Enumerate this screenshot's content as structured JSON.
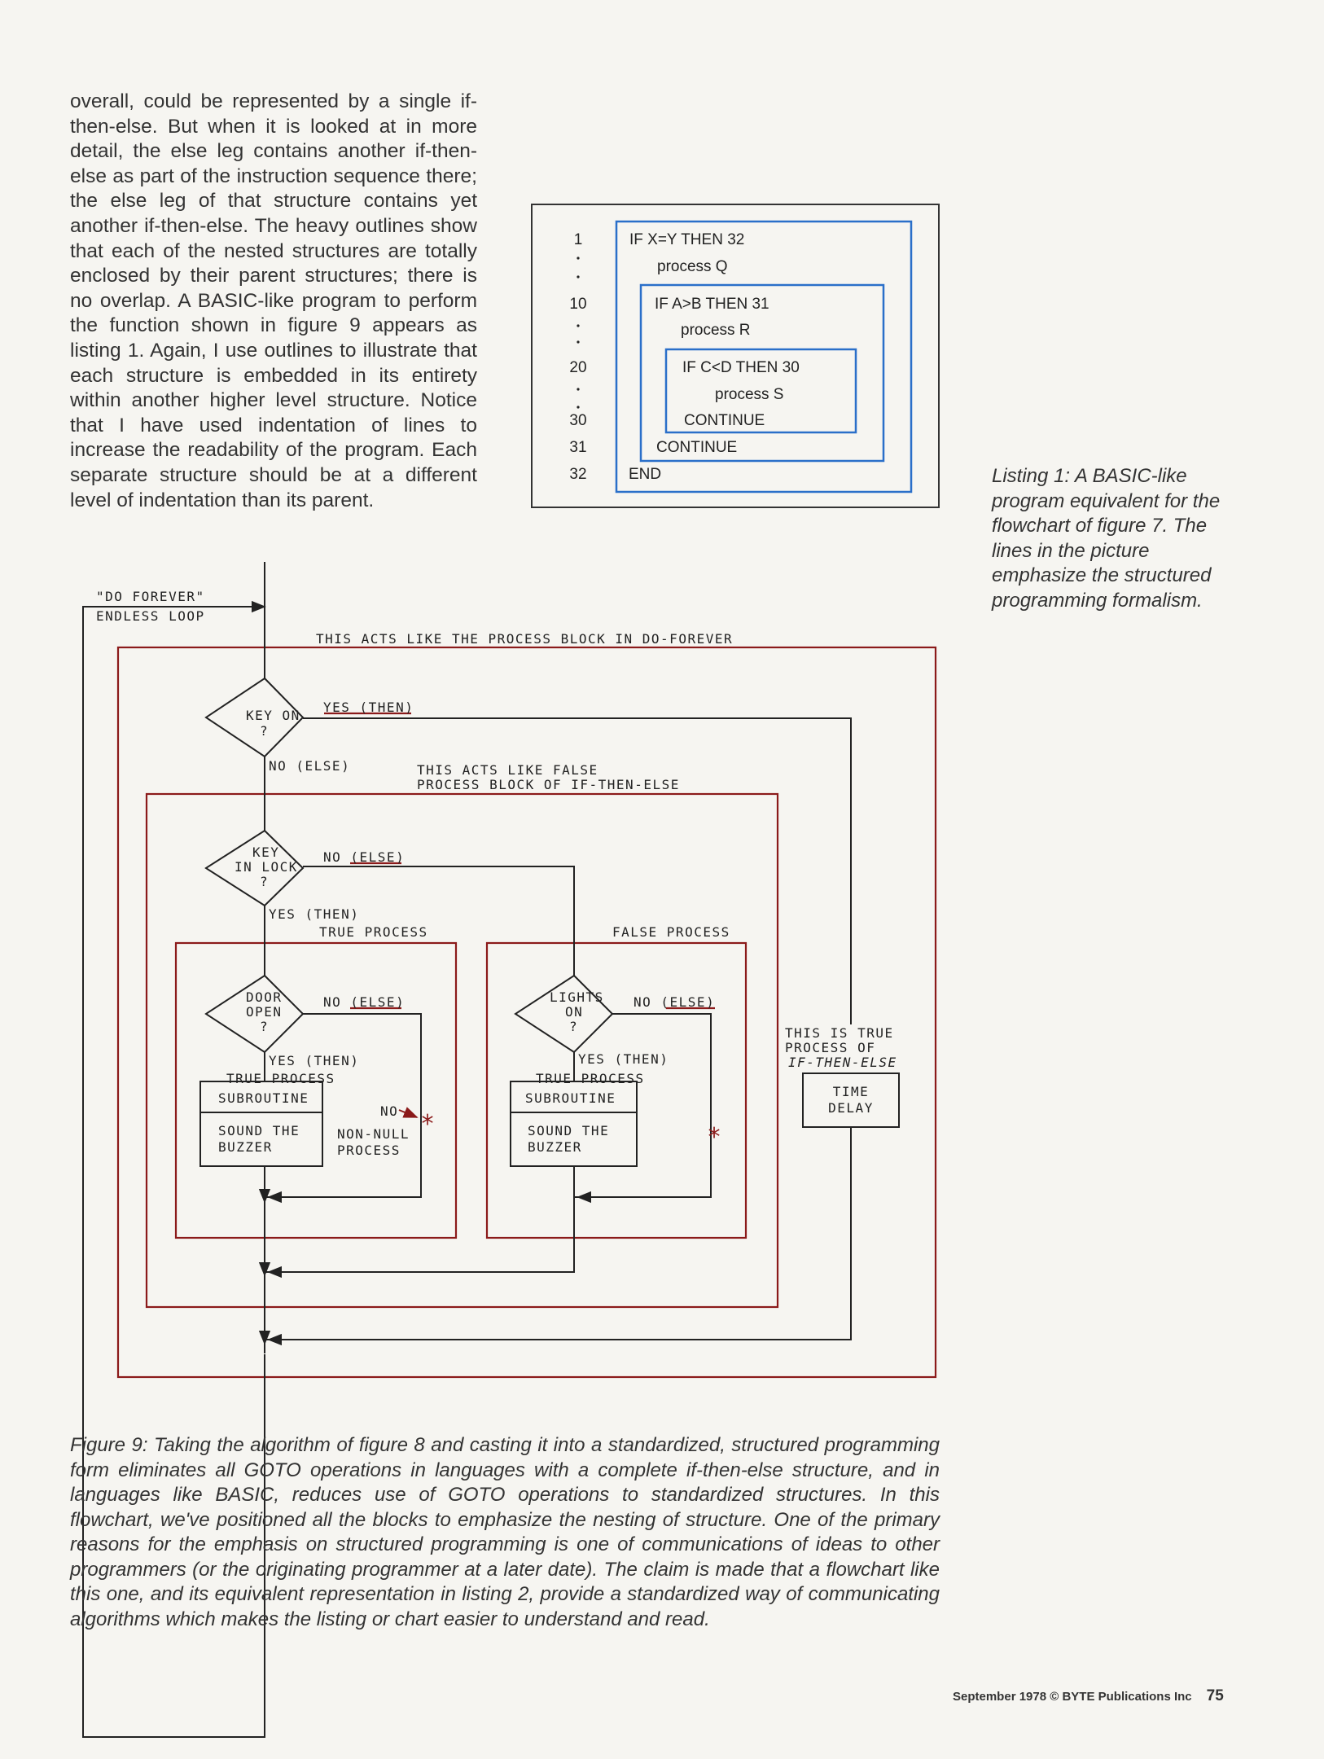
{
  "body_paragraph": "overall, could be represented by a single if-then-else. But when it is looked at in more detail, the else leg contains another if-then-else as part of the instruction sequence there; the else leg of that structure contains yet another if-then-else. The heavy outlines show that each of the nested structures are totally enclosed by their parent structures; there is no overlap. A BASIC-like program to perform the function shown in figure 9 appears as listing 1. Again, I use outlines to illustrate that each structure is embedded in its entirety within another higher level structure. Notice that I have used indentation of lines to increase the readability of the program. Each separate structure should be at a different level of indentation than its parent.",
  "listing": {
    "lines": [
      {
        "num": "1",
        "text": "IF X=Y THEN 32"
      },
      {
        "num": "",
        "text": "process Q"
      },
      {
        "num": "10",
        "text": "IF A>B THEN 31"
      },
      {
        "num": "",
        "text": "process R"
      },
      {
        "num": "20",
        "text": "IF C<D THEN 30"
      },
      {
        "num": "",
        "text": "process S"
      },
      {
        "num": "30",
        "text": "CONTINUE"
      },
      {
        "num": "31",
        "text": "CONTINUE"
      },
      {
        "num": "32",
        "text": "END"
      }
    ],
    "outline_color": "#2a6fc9"
  },
  "listing_caption": "Listing 1: A BASIC-like program equivalent for the flowchart of figure 7. The lines in the picture emphasize the structured programming formalism.",
  "flowchart": {
    "do_forever_label_1": "\"DO FOREVER\"",
    "do_forever_label_2": "ENDLESS LOOP",
    "outer_block_label": "THIS ACTS LIKE THE PROCESS BLOCK IN DO-FOREVER",
    "decision_key_on": [
      "KEY ON",
      "?"
    ],
    "key_on_yes": "YES (THEN)",
    "key_on_no": "NO (ELSE)",
    "false_block_label_1": "THIS ACTS LIKE FALSE",
    "false_block_label_2": "PROCESS BLOCK OF IF-THEN-ELSE",
    "decision_key_lock": [
      "KEY",
      "IN LOCK",
      "?"
    ],
    "key_lock_no": "NO (ELSE)",
    "key_lock_yes": "YES (THEN)",
    "true_process_label": "TRUE PROCESS",
    "false_process_label": "FALSE PROCESS",
    "decision_door": [
      "DOOR",
      "OPEN",
      "?"
    ],
    "door_no": "NO (ELSE)",
    "door_yes": "YES (THEN)",
    "door_true_process": "TRUE PROCESS",
    "door_subroutine": "SUBROUTINE",
    "door_action": [
      "SOUND THE",
      "BUZZER"
    ],
    "no_label": "NO",
    "non_null_process": [
      "NON-NULL",
      "PROCESS"
    ],
    "asterisk": "*",
    "decision_lights": [
      "LIGHTS",
      "ON",
      "?"
    ],
    "lights_no": "NO (ELSE)",
    "lights_yes": "YES (THEN)",
    "lights_true_process": "TRUE PROCESS",
    "lights_subroutine": "SUBROUTINE",
    "lights_action": [
      "SOUND THE",
      "BUZZER"
    ],
    "true_process_note": [
      "THIS IS TRUE",
      "PROCESS OF",
      "IF-THEN-ELSE"
    ],
    "time_delay": [
      "TIME",
      "DELAY"
    ],
    "block_color": "#8b1a1a"
  },
  "figure_caption": "Figure 9: Taking the algorithm of figure 8 and casting it into a standardized, structured programming form eliminates all GOTO operations in languages with a complete if-then-else structure, and in languages like BASIC, reduces use of GOTO operations to standardized structures. In this flowchart, we've positioned all the blocks to emphasize the nesting of structure. One of the primary reasons for the emphasis on structured programming is one of communications of ideas to other programmers (or the originating programmer at a later date). The claim is made that a flowchart like this one, and its equivalent representation in listing 2, provide a standardized way of communicating algorithms which makes the listing or chart easier to understand and read.",
  "footer": {
    "text": "September 1978 © BYTE Publications Inc",
    "page": "75"
  }
}
